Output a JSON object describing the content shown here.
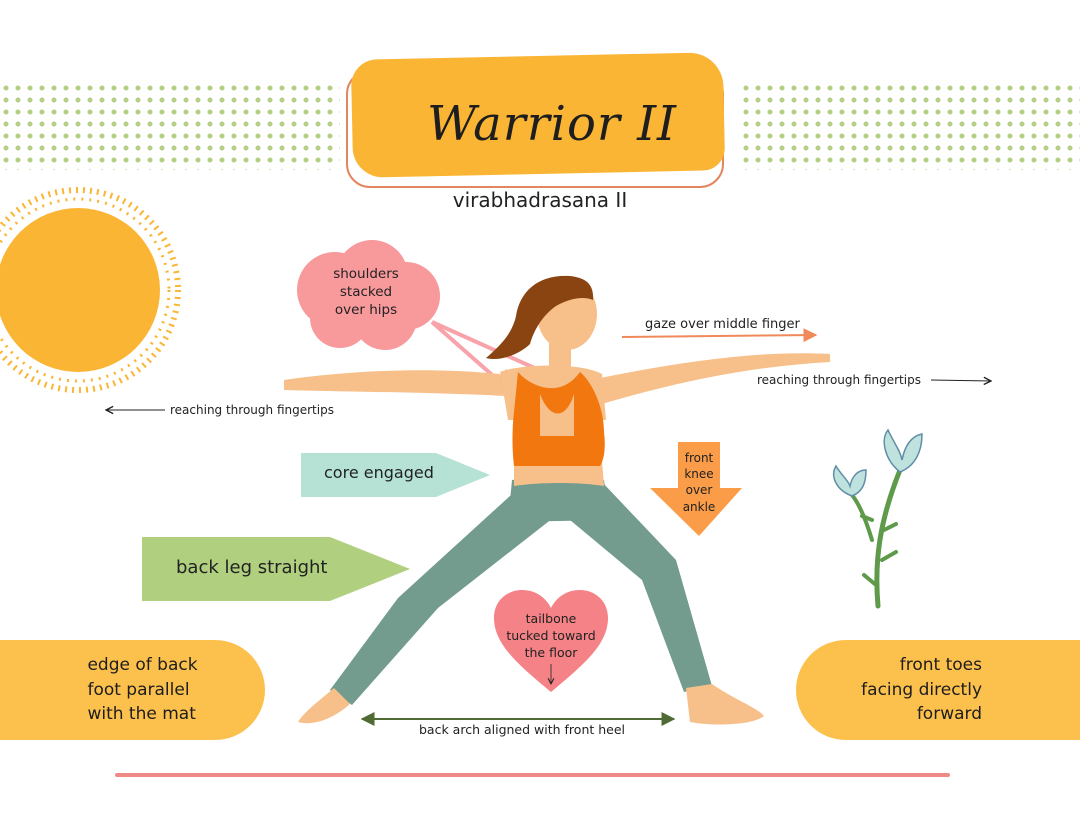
{
  "title": "Warrior II",
  "subtitle": "virabhadrasana II",
  "colors": {
    "sun": "#fbb534",
    "title_plate": "#fbb534",
    "dots": "#b5cf86",
    "cloud": "#f89a9c",
    "heart": "#f48286",
    "mint_arrow": "#b5e2d5",
    "green_arrow": "#b0d07f",
    "orange_arrow": "#fb9d48",
    "leggings": "#739c8f",
    "top": "#f2770f",
    "skin": "#f7c08a",
    "hair": "#8a4412",
    "pill": "#fcc04c",
    "accent_line": "#f08a86"
  },
  "labels": {
    "shoulders": [
      "shoulders",
      "stacked",
      "over hips"
    ],
    "gaze": "gaze over middle finger",
    "reach_right": "reaching through fingertips",
    "reach_left": "reaching through fingertips",
    "core": "core engaged",
    "back_leg": "back leg straight",
    "knee": [
      "front",
      "knee",
      "over",
      "ankle"
    ],
    "tailbone": [
      "tailbone",
      "tucked toward",
      "the floor"
    ],
    "back_foot": [
      "edge of back",
      "foot parallel",
      "with the mat"
    ],
    "front_toes": [
      "front toes",
      "facing directly",
      "forward"
    ],
    "arch": "back arch aligned with front heel"
  },
  "icons": [
    "sun-icon",
    "flower-icon",
    "cloud-shape",
    "heart-shape",
    "yoga-figure"
  ]
}
